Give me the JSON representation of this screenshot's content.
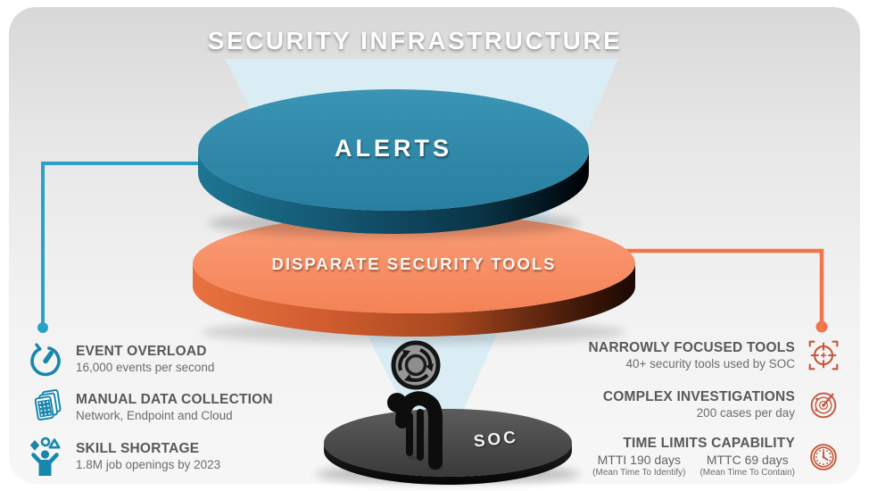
{
  "title": "SECURITY INFRASTRUCTURE",
  "funnel": {
    "alerts_label": "ALERTS",
    "tools_label": "DISPARATE SECURITY TOOLS",
    "soc_label": "SOC"
  },
  "left_items": [
    {
      "icon": "stopwatch-icon",
      "title": "EVENT OVERLOAD",
      "subtitle": "16,000 events per second"
    },
    {
      "icon": "documents-icon",
      "title": "MANUAL DATA COLLECTION",
      "subtitle": "Network, Endpoint and Cloud"
    },
    {
      "icon": "juggler-icon",
      "title": "SKILL SHORTAGE",
      "subtitle": "1.8M job openings by 2023"
    }
  ],
  "right_items": [
    {
      "icon": "crosshair-icon",
      "title": "NARROWLY FOCUSED TOOLS",
      "subtitle": "40+ security tools used by SOC"
    },
    {
      "icon": "radar-icon",
      "title": "COMPLEX INVESTIGATIONS",
      "subtitle": "200 cases per day"
    },
    {
      "icon": "clock-icon",
      "title": "TIME LIMITS CAPABILITY",
      "metrics": [
        {
          "value": "MTTI 190 days",
          "caption": "(Mean Time To Identify)"
        },
        {
          "value": "MTTC 69 days",
          "caption": "(Mean Time To Contain)"
        }
      ]
    }
  ],
  "colors": {
    "blue_accent": "#1886AD",
    "blue_line": "#2AA2C7",
    "orange_accent": "#C4573B",
    "orange_line": "#F1764E",
    "alerts_disc": "#2D89A9",
    "tools_disc": "#F69169",
    "soc_disc": "#4A4A4A",
    "beam": "#DAEDF5",
    "heading_text": "#58595B",
    "body_text": "#6B6C6E"
  }
}
